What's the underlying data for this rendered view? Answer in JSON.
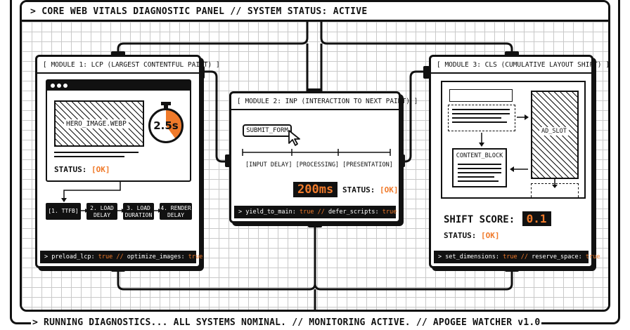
{
  "header": {
    "title": "> CORE WEB VITALS DIAGNOSTIC PANEL // SYSTEM STATUS: ACTIVE"
  },
  "footer": {
    "text": "> RUNNING DIAGNOSTICS... ALL SYSTEMS NOMINAL. // MONITORING ACTIVE. // APOGEE WATCHER v1.0"
  },
  "lcp": {
    "title": "[ MODULE 1: LCP (LARGEST CONTENTFUL PAINT) ]",
    "image_label": "HERO_IMAGE.WEBP",
    "timer": "2.5s",
    "status_label": "STATUS:",
    "status_value": "[OK]",
    "steps": [
      "[1. TTFB]",
      "2. LOAD\nDELAY",
      "3. LOAD\nDURATION",
      "4. RENDER\nDELAY"
    ],
    "foot_prefix": "> preload_lcp:",
    "foot_v1": "true",
    "foot_sep": "//",
    "foot_k2": "optimize_images:",
    "foot_v2": "true"
  },
  "inp": {
    "title": "[ MODULE 2: INP (INTERACTION TO NEXT PAINT) ]",
    "button": "SUBMIT_FORM",
    "phases": "[INPUT DELAY] [PROCESSING] [PRESENTATION]",
    "value": "200ms",
    "status_label": "STATUS:",
    "status_value": "[OK]",
    "foot_prefix": "> yield_to_main:",
    "foot_v1": "true",
    "foot_sep": "//",
    "foot_k2": "defer_scripts:",
    "foot_v2": "true"
  },
  "cls": {
    "title": "[ MODULE 3: CLS (CUMULATIVE LAYOUT SHIFT) ]",
    "ad_label": "AD_SLOT",
    "content_label": "CONTENT_BLOCK",
    "score_label": "SHIFT SCORE:",
    "score_value": "0.1",
    "status_label": "STATUS:",
    "status_value": "[OK]",
    "foot_prefix": "> set_dimensions:",
    "foot_v1": "true",
    "foot_sep": "//",
    "foot_k2": "reserve_space:",
    "foot_v2": "true"
  },
  "colors": {
    "accent": "#f07a2a",
    "ink": "#111111",
    "grid": "#c9c9c9"
  }
}
